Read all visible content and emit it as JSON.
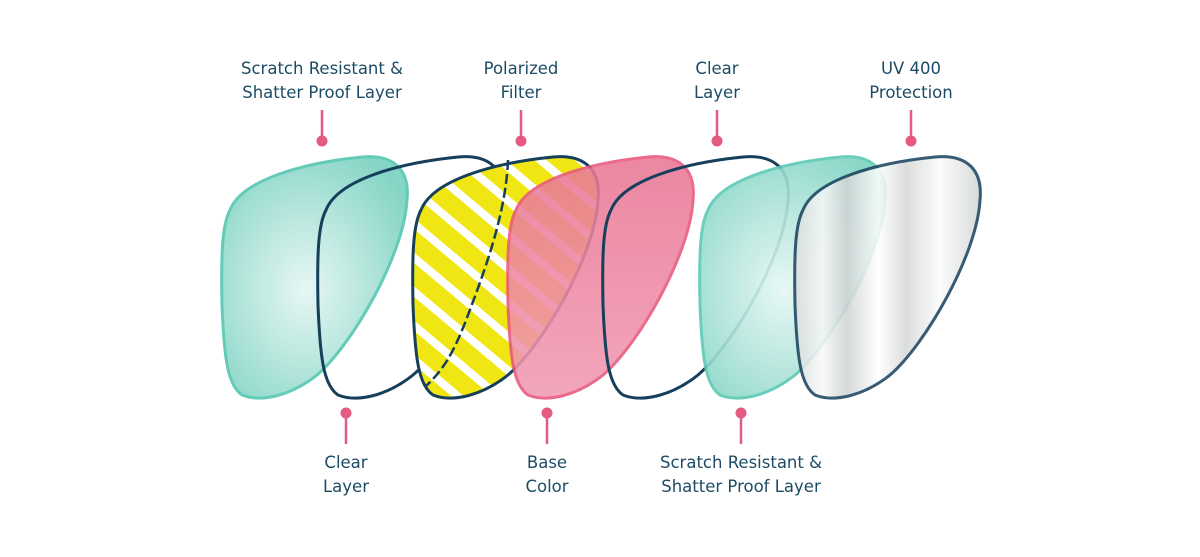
{
  "top_labels": [
    {
      "line1": "Scratch Resistant &",
      "line2": "Shatter Proof Layer"
    },
    {
      "line1": "Polarized",
      "line2": "Filter"
    },
    {
      "line1": "Clear",
      "line2": "Layer"
    },
    {
      "line1": "UV 400",
      "line2": "Protection"
    }
  ],
  "bottom_labels": [
    {
      "line1": "Clear",
      "line2": "Layer"
    },
    {
      "line1": "Base",
      "line2": "Color"
    },
    {
      "line1": "Scratch Resistant &",
      "line2": "Shatter Proof Layer"
    }
  ],
  "colors": {
    "text": "#1d4b66",
    "pin": "#e45a80",
    "teal": "#5cc9b5",
    "navy": "#163f5c",
    "pink": "#e8577e",
    "yellow": "#f0e614"
  }
}
